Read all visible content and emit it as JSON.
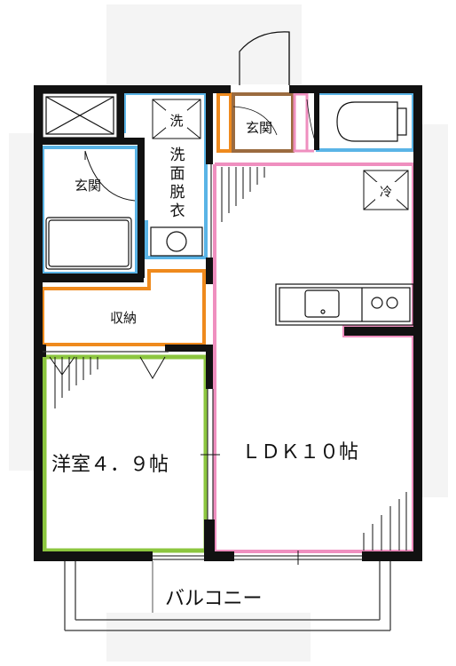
{
  "labels": {
    "entrance_top": "玄関",
    "washroom_char": "洗",
    "washroom_v1": "洗",
    "washroom_v2": "面",
    "washroom_v3": "脱",
    "washroom_v4": "衣",
    "entrance_left": "玄関",
    "storage": "収納",
    "western_room": "洋室４．９帖",
    "ldk": "ＬＤＫ１０帖",
    "fridge": "冷",
    "balcony": "バルコニー"
  },
  "colors": {
    "wall": "#111111",
    "blue_zone": "#5ab4e6",
    "orange_zone": "#ef8a1d",
    "pink_zone": "#ef8fbf",
    "green_zone": "#8cc63f",
    "brown_zone": "#9b6b3f"
  }
}
